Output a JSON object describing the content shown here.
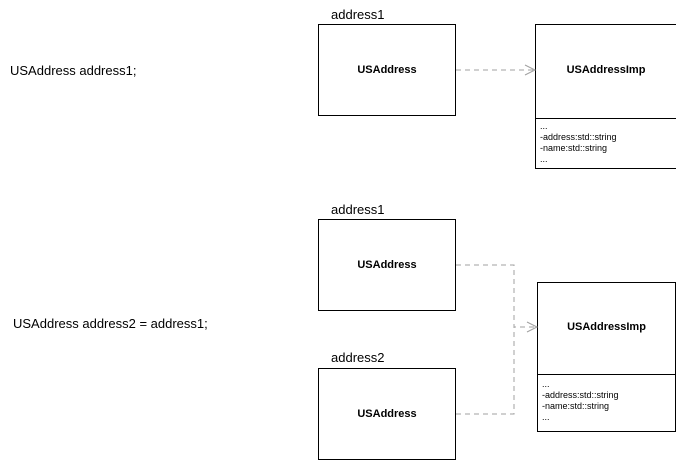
{
  "code": {
    "line1": "USAddress address1;",
    "line2": "USAddress address2 = address1;"
  },
  "scenario1": {
    "obj_label": "address1",
    "obj_type": "USAddress",
    "impl": {
      "name": "USAddressImp",
      "attrs": [
        "...",
        "-address:std::string",
        "-name:std::string",
        "..."
      ]
    }
  },
  "scenario2": {
    "obj1_label": "address1",
    "obj1_type": "USAddress",
    "obj2_label": "address2",
    "obj2_type": "USAddress",
    "impl": {
      "name": "USAddressImp",
      "attrs": [
        "...",
        "-address:std::string",
        "-name:std::string",
        "..."
      ]
    }
  },
  "colors": {
    "connector": "#a0a0a0",
    "border": "#000000"
  }
}
